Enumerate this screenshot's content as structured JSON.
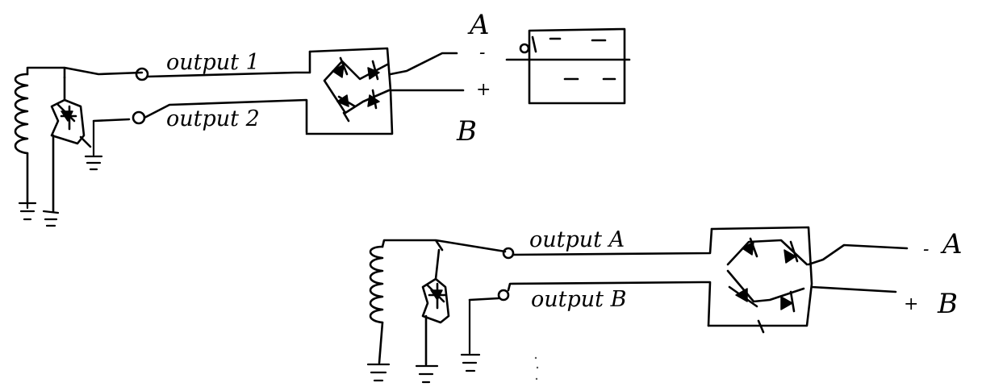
{
  "circuits": [
    {
      "id": "top",
      "outputs": [
        "output 1",
        "output 2"
      ],
      "terminals": [
        {
          "letter": "A",
          "sign": "-"
        },
        {
          "letter": "B",
          "sign": "+"
        }
      ]
    },
    {
      "id": "bottom",
      "outputs": [
        "output A",
        "output B"
      ],
      "terminals": [
        {
          "letter": "A",
          "sign": "-"
        },
        {
          "letter": "B",
          "sign": "+"
        }
      ]
    }
  ]
}
